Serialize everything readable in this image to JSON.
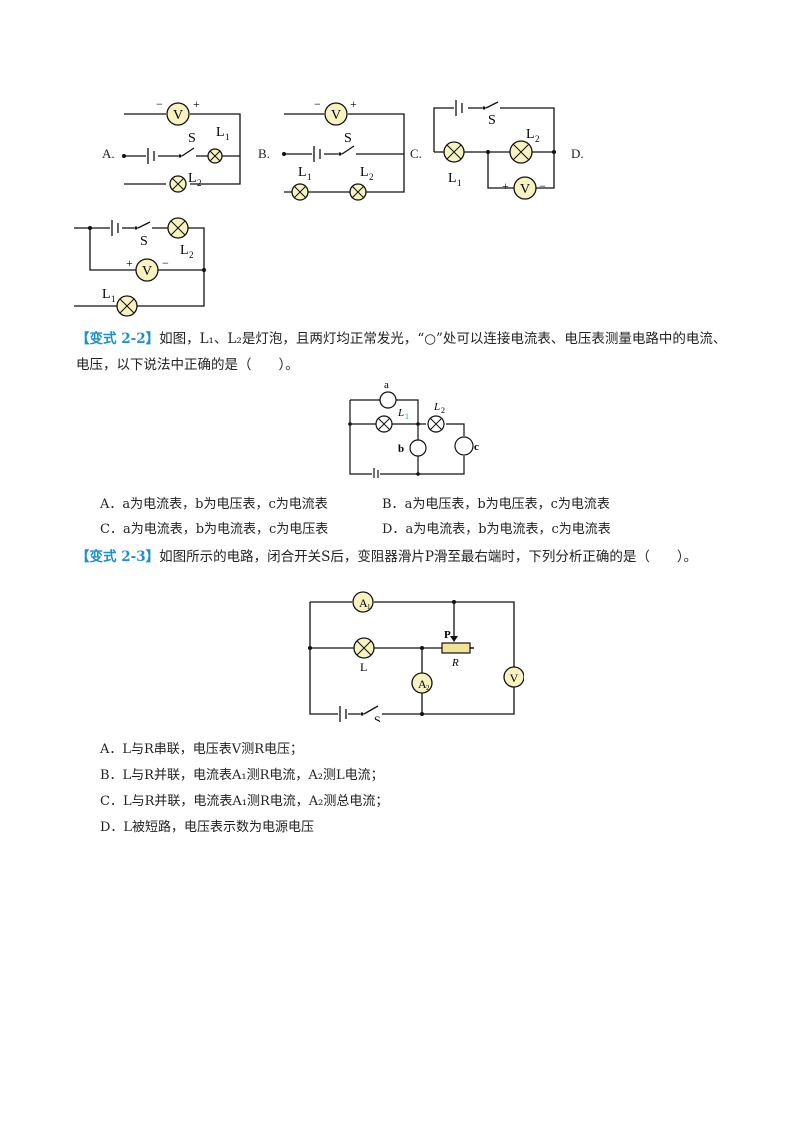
{
  "q1": {
    "opt_A": "A.",
    "opt_B": "B.",
    "opt_C": "C.",
    "opt_D": "D.",
    "labels": {
      "V": "V",
      "S": "S",
      "L": "L",
      "sub1": "1",
      "sub2": "2",
      "minus": "−",
      "plus": "+"
    }
  },
  "q2": {
    "tag": "【变式 2-2】",
    "stem": "如图，L₁、L₂是灯泡，且两灯均正常发光，“○”处可以连接电流表、电压表测量电路中的电流、电压，以下说法中正确的是（　　）。",
    "fig": {
      "a": "a",
      "b": "b",
      "c": "c",
      "L": "L",
      "sub1": "1",
      "sub2": "2"
    },
    "choices": [
      {
        "letter": "A．",
        "text": "a为电流表，b为电压表，c为电流表"
      },
      {
        "letter": "B．",
        "text": "a为电压表，b为电压表，c为电流表"
      },
      {
        "letter": "C．",
        "text": "a为电流表，b为电流表，c为电压表"
      },
      {
        "letter": "D．",
        "text": "a为电流表，b为电流表，c为电流表"
      }
    ]
  },
  "q3": {
    "tag": "【变式 2-3】",
    "stem": "如图所示的电路，闭合开关S后，变阻器滑片P滑至最右端时，下列分析正确的是（　　）。",
    "fig": {
      "A": "A",
      "sub1": "1",
      "sub2": "2",
      "P": "P",
      "R": "R",
      "L": "L",
      "V": "V",
      "S": "S"
    },
    "answers": [
      "A．L与R串联，电压表V测R电压；",
      "B．L与R并联，电流表A₁测R电流，A₂测L电流；",
      "C．L与R并联，电流表A₁测R电流，A₂测总电流；",
      "D．L被短路，电压表示数为电源电压"
    ]
  },
  "colors": {
    "meter_fill": "#f7f3c0",
    "tag_blue": "#1a8fd0",
    "slider_fill": "#f2e39a"
  }
}
